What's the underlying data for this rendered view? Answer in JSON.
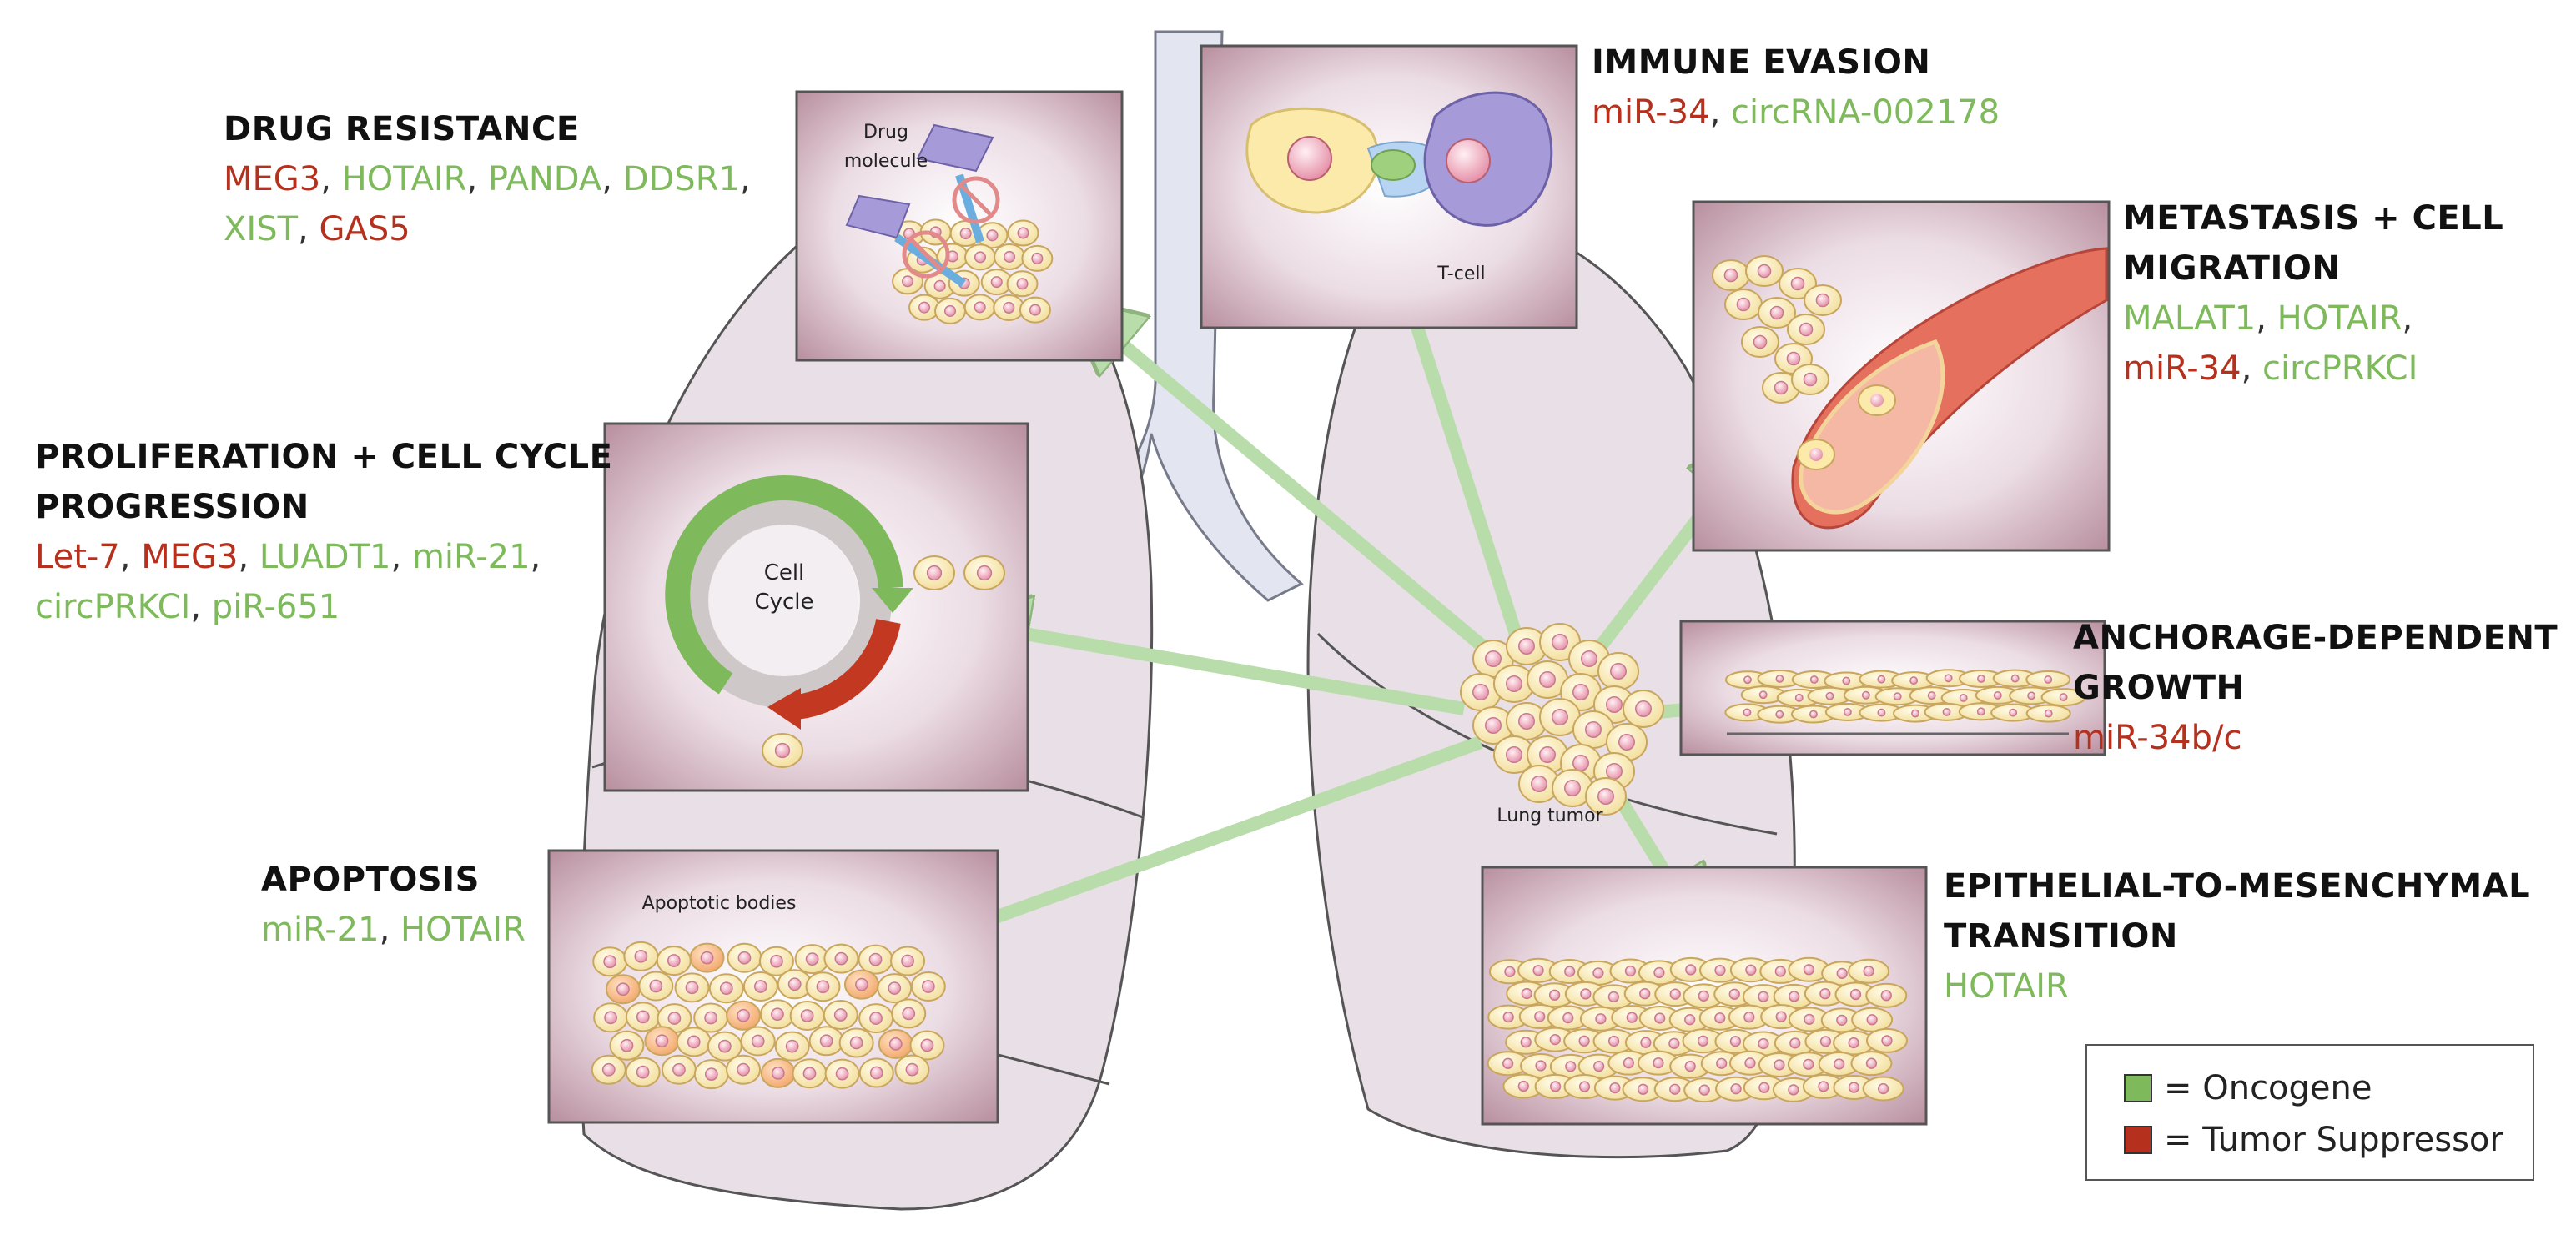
{
  "colors": {
    "oncogene": "#7eba5c",
    "tumor_suppressor": "#b5301d",
    "arrow": "#b9dcab",
    "lung": "#e9dfe6",
    "panel_bg": "#e8d6e0"
  },
  "image_labels": {
    "drug_molecule_line1": "Drug",
    "drug_molecule_line2": "molecule",
    "t_cell": "T-cell",
    "cell_cycle_line1": "Cell",
    "cell_cycle_line2": "Cycle",
    "lung_tumor": "Lung tumor",
    "apoptotic_bodies": "Apoptotic bodies"
  },
  "sections": {
    "drug_resistance": {
      "title": "DRUG RESISTANCE",
      "genes": [
        {
          "name": "MEG3",
          "type": "tumor_suppressor"
        },
        {
          "name": "HOTAIR",
          "type": "oncogene"
        },
        {
          "name": "PANDA",
          "type": "oncogene"
        },
        {
          "name": "DDSR1",
          "type": "oncogene"
        },
        {
          "name": "XIST",
          "type": "oncogene"
        },
        {
          "name": "GAS5",
          "type": "tumor_suppressor"
        }
      ]
    },
    "immune_evasion": {
      "title": "IMMUNE EVASION",
      "genes": [
        {
          "name": "miR-34",
          "type": "tumor_suppressor"
        },
        {
          "name": "circRNA-002178",
          "type": "oncogene"
        }
      ]
    },
    "metastasis": {
      "title_line1": "METASTASIS + CELL",
      "title_line2": "MIGRATION",
      "genes": [
        {
          "name": "MALAT1",
          "type": "oncogene"
        },
        {
          "name": "HOTAIR",
          "type": "oncogene"
        },
        {
          "name": "miR-34",
          "type": "tumor_suppressor"
        },
        {
          "name": "circPRKCI",
          "type": "oncogene"
        }
      ]
    },
    "proliferation": {
      "title_line1": "PROLIFERATION + CELL CYCLE",
      "title_line2": "PROGRESSION",
      "genes": [
        {
          "name": "Let-7",
          "type": "tumor_suppressor"
        },
        {
          "name": "MEG3",
          "type": "tumor_suppressor"
        },
        {
          "name": "LUADT1",
          "type": "oncogene"
        },
        {
          "name": "miR-21",
          "type": "oncogene"
        },
        {
          "name": "circPRKCI",
          "type": "oncogene"
        },
        {
          "name": "piR-651",
          "type": "oncogene"
        }
      ]
    },
    "anchorage": {
      "title_line1": "ANCHORAGE-DEPENDENT",
      "title_line2": "GROWTH",
      "genes": [
        {
          "name": "miR-34b/c",
          "type": "tumor_suppressor"
        }
      ]
    },
    "apoptosis": {
      "title": "APOPTOSIS",
      "genes": [
        {
          "name": "miR-21",
          "type": "oncogene"
        },
        {
          "name": "HOTAIR",
          "type": "oncogene"
        }
      ]
    },
    "emt": {
      "title_line1": "EPITHELIAL-TO-MESENCHYMAL",
      "title_line2": "TRANSITION",
      "genes": [
        {
          "name": "HOTAIR",
          "type": "oncogene"
        }
      ]
    }
  },
  "legend": {
    "oncogene_label": "= Oncogene",
    "tumor_suppressor_label": "= Tumor Suppressor"
  }
}
